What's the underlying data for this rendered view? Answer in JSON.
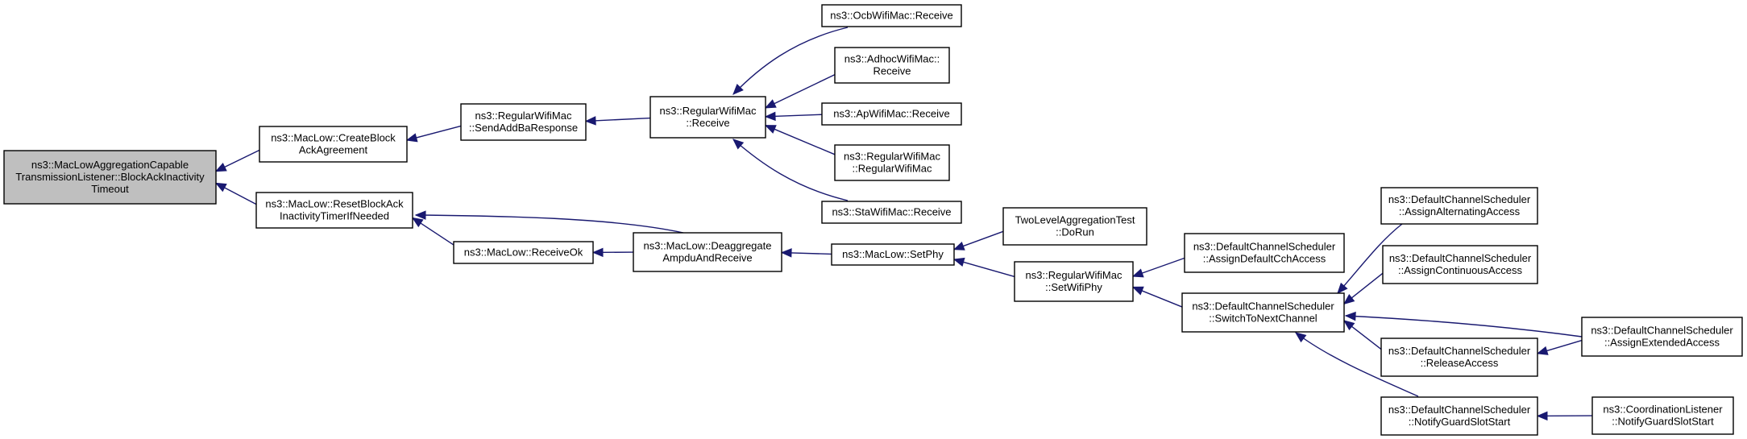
{
  "nodes": [
    {
      "id": "n0",
      "lines": [
        "ns3::MacLowAggregationCapable",
        "TransmissionListener::BlockAckInactivity",
        "Timeout"
      ],
      "root": true
    },
    {
      "id": "n1",
      "lines": [
        "ns3::MacLow::CreateBlock",
        "AckAgreement"
      ]
    },
    {
      "id": "n2",
      "lines": [
        "ns3::MacLow::ResetBlockAck",
        "InactivityTimerIfNeeded"
      ]
    },
    {
      "id": "n3",
      "lines": [
        "ns3::RegularWifiMac",
        "::SendAddBaResponse"
      ]
    },
    {
      "id": "n4",
      "lines": [
        "ns3::RegularWifiMac",
        "::Receive"
      ]
    },
    {
      "id": "n5",
      "lines": [
        "ns3::OcbWifiMac::Receive"
      ]
    },
    {
      "id": "n6",
      "lines": [
        "ns3::AdhocWifiMac::",
        "Receive"
      ]
    },
    {
      "id": "n7",
      "lines": [
        "ns3::ApWifiMac::Receive"
      ]
    },
    {
      "id": "n8",
      "lines": [
        "ns3::RegularWifiMac",
        "::RegularWifiMac"
      ]
    },
    {
      "id": "n9",
      "lines": [
        "ns3::StaWifiMac::Receive"
      ]
    },
    {
      "id": "n10",
      "lines": [
        "ns3::MacLow::ReceiveOk"
      ]
    },
    {
      "id": "n11",
      "lines": [
        "ns3::MacLow::Deaggregate",
        "AmpduAndReceive"
      ]
    },
    {
      "id": "n12",
      "lines": [
        "ns3::MacLow::SetPhy"
      ]
    },
    {
      "id": "n13",
      "lines": [
        "TwoLevelAggregationTest",
        "::DoRun"
      ]
    },
    {
      "id": "n14",
      "lines": [
        "ns3::RegularWifiMac",
        "::SetWifiPhy"
      ]
    },
    {
      "id": "n15",
      "lines": [
        "ns3::DefaultChannelScheduler",
        "::AssignDefaultCchAccess"
      ]
    },
    {
      "id": "n16",
      "lines": [
        "ns3::DefaultChannelScheduler",
        "::SwitchToNextChannel"
      ]
    },
    {
      "id": "n17",
      "lines": [
        "ns3::DefaultChannelScheduler",
        "::AssignAlternatingAccess"
      ]
    },
    {
      "id": "n18",
      "lines": [
        "ns3::DefaultChannelScheduler",
        "::AssignContinuousAccess"
      ]
    },
    {
      "id": "n19",
      "lines": [
        "ns3::DefaultChannelScheduler",
        "::AssignExtendedAccess"
      ]
    },
    {
      "id": "n20",
      "lines": [
        "ns3::DefaultChannelScheduler",
        "::ReleaseAccess"
      ]
    },
    {
      "id": "n21",
      "lines": [
        "ns3::DefaultChannelScheduler",
        "::NotifyGuardSlotStart"
      ]
    },
    {
      "id": "n22",
      "lines": [
        "ns3::CoordinationListener",
        "::NotifyGuardSlotStart"
      ]
    }
  ],
  "edges": [
    {
      "from": "n1",
      "to": "n0"
    },
    {
      "from": "n2",
      "to": "n0"
    },
    {
      "from": "n3",
      "to": "n1"
    },
    {
      "from": "n4",
      "to": "n3"
    },
    {
      "from": "n5",
      "to": "n4"
    },
    {
      "from": "n6",
      "to": "n4"
    },
    {
      "from": "n7",
      "to": "n4"
    },
    {
      "from": "n8",
      "to": "n4"
    },
    {
      "from": "n9",
      "to": "n4"
    },
    {
      "from": "n10",
      "to": "n2"
    },
    {
      "from": "n11",
      "to": "n2"
    },
    {
      "from": "n11",
      "to": "n10"
    },
    {
      "from": "n12",
      "to": "n11"
    },
    {
      "from": "n13",
      "to": "n12"
    },
    {
      "from": "n14",
      "to": "n12"
    },
    {
      "from": "n15",
      "to": "n14"
    },
    {
      "from": "n16",
      "to": "n14"
    },
    {
      "from": "n17",
      "to": "n16"
    },
    {
      "from": "n18",
      "to": "n16"
    },
    {
      "from": "n19",
      "to": "n16"
    },
    {
      "from": "n20",
      "to": "n16"
    },
    {
      "from": "n21",
      "to": "n16"
    },
    {
      "from": "n19",
      "to": "n20"
    },
    {
      "from": "n22",
      "to": "n21"
    }
  ]
}
